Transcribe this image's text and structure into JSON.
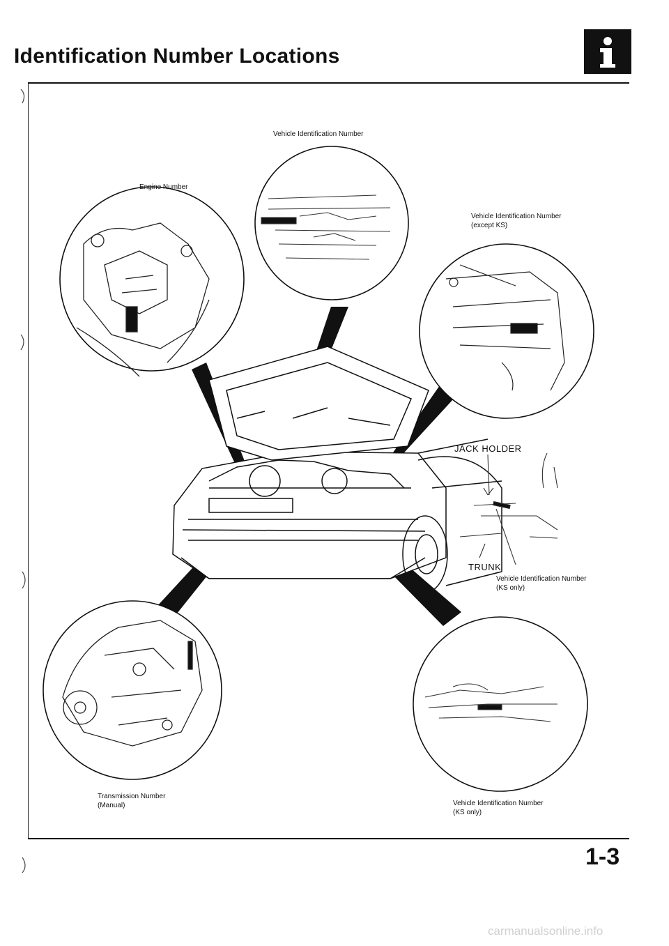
{
  "page": {
    "title": "Identification Number Locations",
    "page_number": "1-3",
    "footer_watermark": "carmanualsonline.info"
  },
  "labels": {
    "vin_top": "Vehicle Identification Number",
    "engine_number": "Engine Number",
    "vin_except_ks_line1": "Vehicle Identification Number",
    "vin_except_ks_line2": "(except KS)",
    "jack_holder": "JACK HOLDER",
    "trunk": "TRUNK",
    "vin_ks_mid_line1": "Vehicle Identification Number",
    "vin_ks_mid_line2": "(KS only)",
    "transmission_line1": "Transmission Number",
    "transmission_line2": "(Manual)",
    "vin_ks_bottom_line1": "Vehicle Identification Number",
    "vin_ks_bottom_line2": "(KS only)"
  },
  "icons": {
    "badge": "info-icon"
  },
  "colors": {
    "ink": "#111111",
    "paper": "#ffffff"
  }
}
